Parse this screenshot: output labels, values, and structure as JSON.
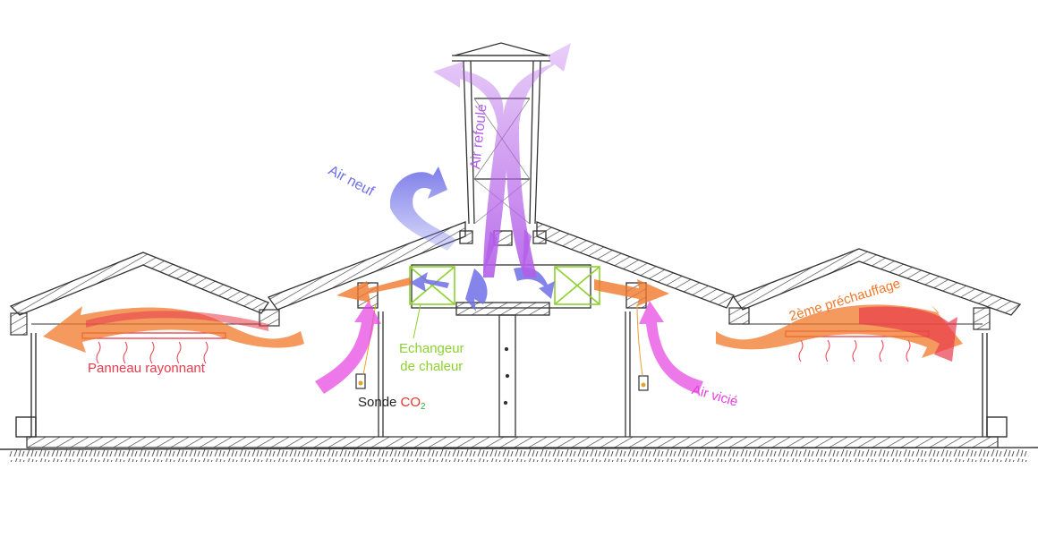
{
  "labels": {
    "air_neuf": "Air neuf",
    "air_refoule": "Air refoulé",
    "echangeur_line1": "Echangeur",
    "echangeur_line2": "de chaleur",
    "panneau": "Panneau rayonnant",
    "sonde_prefix": "Sonde ",
    "sonde_co": "CO",
    "sonde_sub": "2",
    "air_vicie": "Air vicié",
    "prechauffage": "2ème préchauffage"
  },
  "colors": {
    "air_neuf": "#6f6fe8",
    "air_refoule": "#b35ee8",
    "air_vicie": "#e63ee0",
    "echangeur": "#8cd12e",
    "panneau": "#e83a4a",
    "prechauffage": "#f0782a",
    "co2_c": "#e8342a",
    "co2_o": "#e8342a",
    "co2_2": "#3aa83a",
    "ink": "#333333"
  },
  "icons": [
    "heat-exchanger-icon",
    "co2-sensor-icon",
    "radiant-panel-icon",
    "chimney-icon"
  ]
}
